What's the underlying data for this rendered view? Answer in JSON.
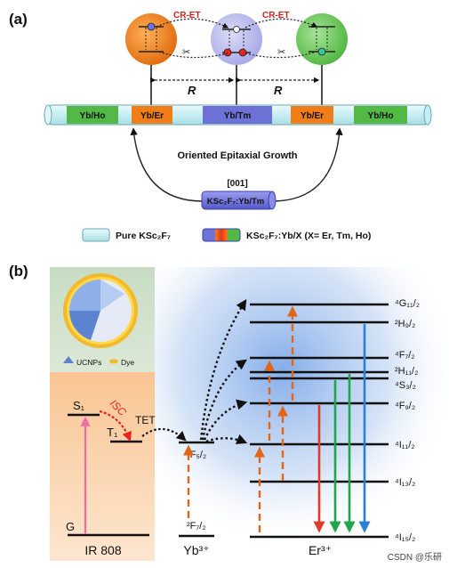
{
  "panel_a": {
    "label": "(a)",
    "crossrelax": [
      "CR-ET",
      "CR-ET"
    ],
    "distance_label": "R",
    "rod_segments": [
      "Yb/Ho",
      "Yb/Er",
      "Yb/Tm",
      "Yb/Er",
      "Yb/Ho"
    ],
    "growth_label": "Oriented Epitaxial Growth",
    "core_direction": "[001]",
    "core_label": "KSc₂F₇:Yb/Tm",
    "legend": {
      "pure_label": "Pure KSc₂F₇",
      "doped_label": "KSc₂F₇:Yb/X (X= Er, Tm, Ho)"
    },
    "colors": {
      "orange": "#f07d17",
      "purple": "#7b7fd9",
      "green": "#52b947",
      "shell": "#cfeff2"
    }
  },
  "panel_b": {
    "label": "(b)",
    "inset_legend": {
      "ucnp_label": "UCNPs",
      "dye_label": "Dye"
    },
    "dye_levels": {
      "s1": "S₁",
      "t1": "T₁",
      "g": "G"
    },
    "isc_label": "ISC",
    "tet_label": "TET",
    "dye_name": "IR 808",
    "yb_levels": {
      "upper": "²F₅/₂",
      "lower": "²F₇/₂"
    },
    "yb_name": "Yb³⁺",
    "er_levels": [
      "⁴G₁₁/₂",
      "²H₉/₂",
      "⁴F₇/₂",
      "²H₁₁/₂",
      "⁴S₃/₂",
      "⁴F₉/₂",
      "⁴I₁₁/₂",
      "⁴I₁₃/₂",
      "⁴I₁₅/₂"
    ],
    "er_name": "Er³⁺"
  },
  "watermark": "CSDN @乐研"
}
